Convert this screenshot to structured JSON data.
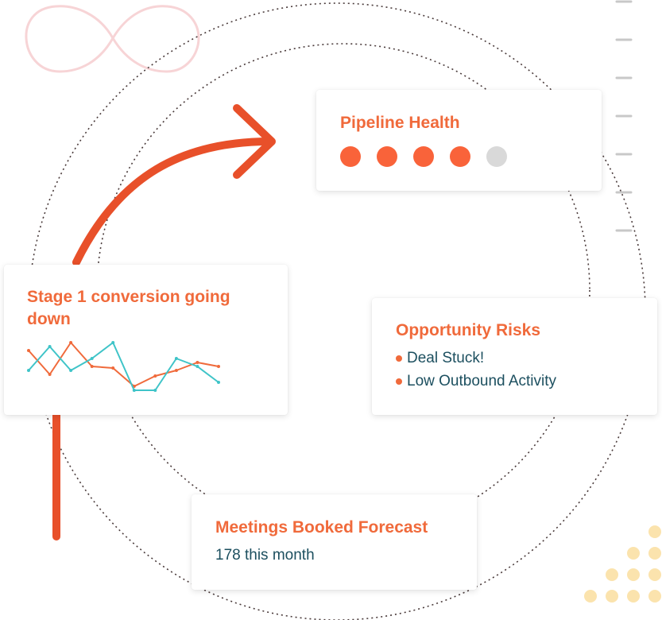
{
  "pipeline_health": {
    "title": "Pipeline Health",
    "rating": 4,
    "rating_max": 5,
    "active_color": "#f9633a",
    "inactive_color": "#d9d9d9"
  },
  "stage_conversion": {
    "title": "Stage 1 conversion going down",
    "chart_data": {
      "type": "line",
      "series": [
        {
          "color": "#f06a3b",
          "values": [
            4,
            1,
            5,
            2,
            1.8,
            -0.5,
            0.8,
            1.5,
            2.5,
            2
          ]
        },
        {
          "color": "#3fc4c8",
          "values": [
            1.5,
            4.5,
            1.5,
            3,
            5,
            -1,
            -1,
            3,
            2,
            0
          ]
        }
      ]
    }
  },
  "opportunity_risks": {
    "title": "Opportunity Risks",
    "items": [
      "Deal Stuck!",
      "Low Outbound Activity"
    ]
  },
  "meetings": {
    "title": "Meetings Booked Forecast",
    "value_text": "178 this month"
  },
  "colors": {
    "accent": "#f06a3b",
    "arrow": "#e8502a",
    "text_dark": "#1c4f5f",
    "dotted_circle": "#4a3b3b",
    "infinity": "#f7d4d6",
    "decor_dots": "#fbe3ad",
    "tick_marks": "#c8c8c8"
  }
}
